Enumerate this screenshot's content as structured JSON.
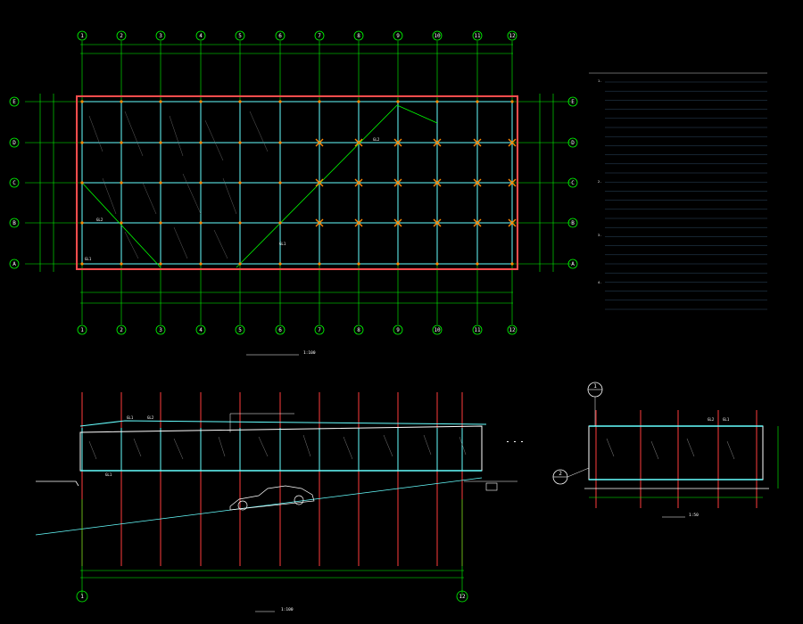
{
  "colors": {
    "background": "#000000",
    "axis_line": "#00ff00",
    "frame_outer": "#ff4d4d",
    "frame_inner": "#ff0000",
    "steel_member": "#66ffff",
    "text_white": "#ffffff",
    "text_yellow": "#ffff66",
    "glass_hatch": "#aaaaaa",
    "node_marker": "#ff8800",
    "column_red": "#ff3b3b",
    "leader": "#ffffff",
    "ground": "#00cc66"
  },
  "plan": {
    "col_axes": [
      "1",
      "2",
      "3",
      "4",
      "5",
      "6",
      "7",
      "8",
      "9",
      "10",
      "11",
      "12"
    ],
    "row_axes": [
      "E",
      "D",
      "C",
      "B",
      "A"
    ],
    "beam_tags": [
      "GL1",
      "GL2"
    ],
    "sheet_scale": "1:100"
  },
  "elevation": {
    "axis_left": "1",
    "axis_right": "12",
    "beam_tags": [
      "GL1",
      "GL2"
    ],
    "scale": "1:100"
  },
  "section": {
    "callout_top": "1",
    "callout_side": "2",
    "beam_tags": [
      "GL1",
      "GL2"
    ],
    "scale": "1:50"
  },
  "notes": {
    "heading_marks": [
      "1.",
      "2.",
      "3.",
      "4."
    ]
  }
}
